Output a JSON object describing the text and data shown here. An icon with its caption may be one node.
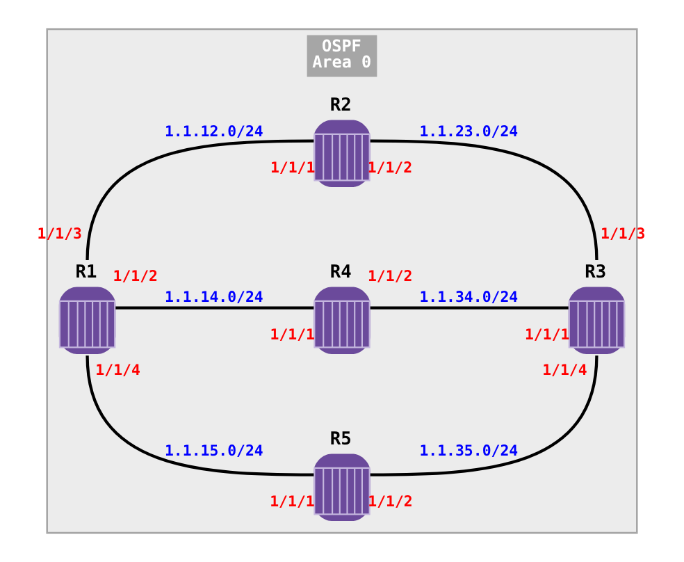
{
  "diagram": {
    "nodes": [
      {
        "text": [
          "OSPF Area 0"
        ]
      },
      {
        "text": [
          "R1"
        ],
        "in": 0,
        "beside": [
          "1/1/3",
          "1/1/2",
          "1/1/4"
        ]
      },
      {
        "text": [
          "R2"
        ],
        "in": 0,
        "beside": [
          "1/1/1",
          "1/1/2"
        ]
      },
      {
        "text": [
          "R4"
        ],
        "in": 0,
        "beside": [
          "1/1/1",
          "1/1/2"
        ]
      },
      {
        "text": [
          "R5"
        ],
        "in": 0,
        "beside": [
          "1/1/1",
          "1/1/2"
        ]
      },
      {
        "text": [
          "R3"
        ],
        "in": 0,
        "beside": [
          "1/1/3",
          "1/1/1",
          "1/1/4"
        ]
      }
    ],
    "edges": [
      {
        "from": 1,
        "to": 2,
        "arrow": "none",
        "label": "1.1.12.0/24"
      },
      {
        "from": 2,
        "to": 5,
        "arrow": "none",
        "label": "1.1.23.0/24"
      },
      {
        "from": 1,
        "to": 3,
        "arrow": "none",
        "label": "1.1.14.0/24"
      },
      {
        "from": 3,
        "to": 5,
        "arrow": "none",
        "label": "1.1.34.0/24"
      },
      {
        "from": 1,
        "to": 4,
        "arrow": "none",
        "label": "1.1.15.0/24"
      },
      {
        "from": 4,
        "to": 5,
        "arrow": "none",
        "label": "1.1.35.0/24"
      }
    ]
  }
}
